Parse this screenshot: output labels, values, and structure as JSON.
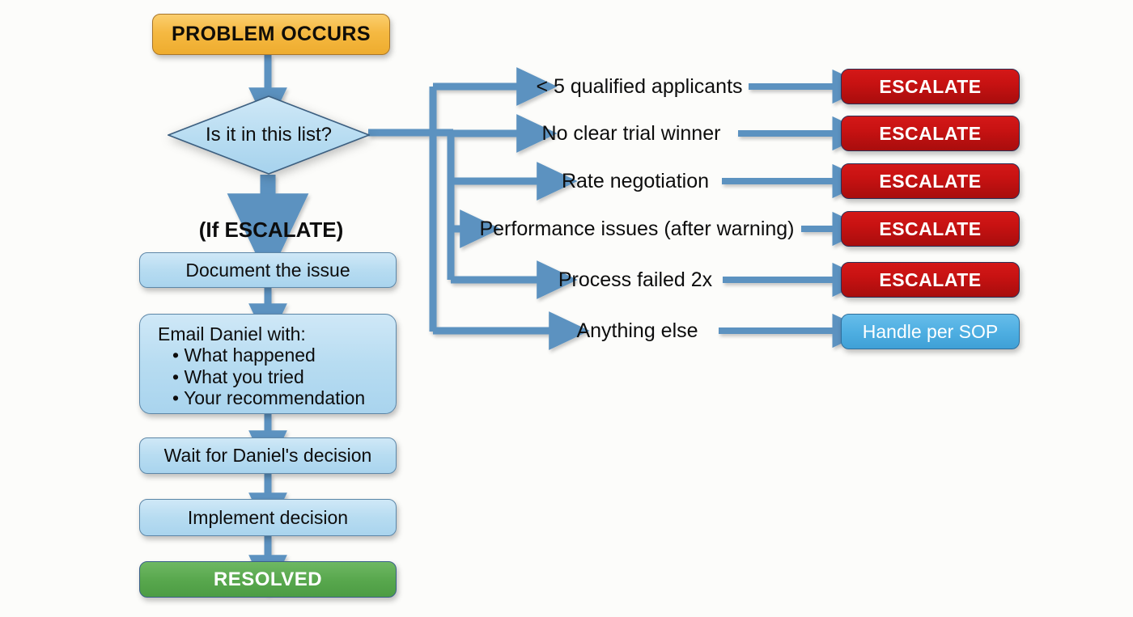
{
  "diagram": {
    "title_node": {
      "label": "PROBLEM OCCURS"
    },
    "decision": {
      "label": "Is it in this list?"
    },
    "escalate_note": {
      "label": "(If ESCALATE)"
    },
    "left_flow": [
      {
        "name": "document-the-issue",
        "label": "Document the issue"
      },
      {
        "name": "email-daniel-with",
        "heading": "Email Daniel with:",
        "bullets": [
          "• What happened",
          "• What you tried",
          "• Your recommendation"
        ]
      },
      {
        "name": "wait-for-daniels-decision",
        "label": "Wait for Daniel's decision"
      },
      {
        "name": "implement-decision",
        "label": "Implement decision"
      },
      {
        "name": "resolved",
        "label": "RESOLVED"
      }
    ],
    "branches": [
      {
        "condition": "< 5 qualified applicants",
        "outcome": "ESCALATE",
        "outcome_type": "escalate"
      },
      {
        "condition": "No clear trial winner",
        "outcome": "ESCALATE",
        "outcome_type": "escalate"
      },
      {
        "condition": "Rate negotiation",
        "outcome": "ESCALATE",
        "outcome_type": "escalate"
      },
      {
        "condition": "Performance issues (after warning)",
        "outcome": "ESCALATE",
        "outcome_type": "escalate"
      },
      {
        "condition": "Process failed 2x",
        "outcome": "ESCALATE",
        "outcome_type": "escalate"
      },
      {
        "condition": "Anything else",
        "outcome": "Handle per SOP",
        "outcome_type": "sop"
      }
    ],
    "colors": {
      "background": "#fcfcfa",
      "start_fill": "#f5b942",
      "process_fill": "#b7dcf1",
      "escalate_fill": "#c81212",
      "sop_fill": "#4fafe2",
      "resolved_fill": "#59a84e",
      "connector": "#5b92c0"
    }
  }
}
